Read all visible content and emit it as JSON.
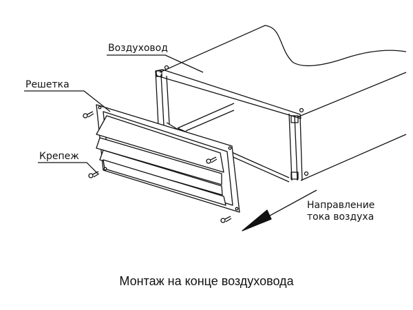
{
  "labels": {
    "duct": "Воздуховод",
    "grille": "Решетка",
    "fastener": "Крепеж",
    "airflow_line1": "Направление",
    "airflow_line2": "тока воздуха"
  },
  "caption": "Монтаж на конце воздуховода"
}
